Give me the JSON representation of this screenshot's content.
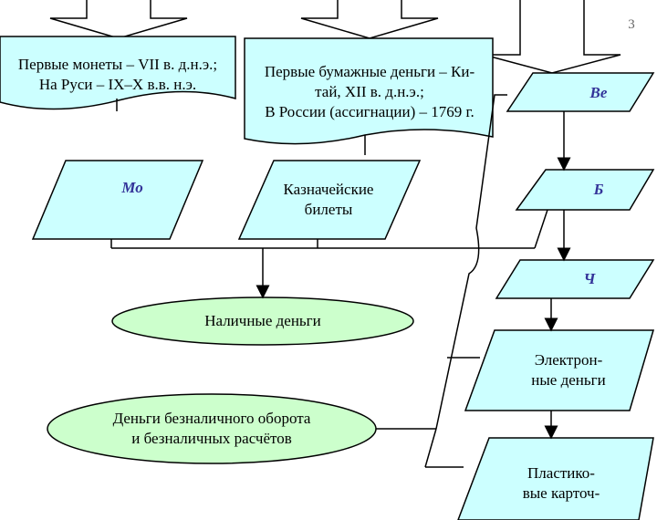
{
  "colors": {
    "fill": "#ccffff",
    "ellipse_fill": "#ccffcc",
    "stroke": "#000000",
    "accent_text": "#333399"
  },
  "banners": {
    "coins": "Первые монеты – VII в. д.н.э.;\nНа Руси – IX–X в.в. н.э.",
    "paper": "Первые бумажные деньги – Ки-\nтай, XII в. д.н.э.;\nВ России (ассигнации) – 1769 г."
  },
  "shapes": {
    "mo": "Мо",
    "treasury": "Казначейские\nбилеты",
    "ve": "Ве",
    "b": "Б",
    "ch": "Ч",
    "electronic": "Электрон-\nные деньги",
    "plastic": "Пластико-\nвые карточ-"
  },
  "ellipses": {
    "cash": "Наличные деньги",
    "noncash": "Деньги безналичного оборота\nи безналичных расчётов"
  },
  "page_number": "3"
}
